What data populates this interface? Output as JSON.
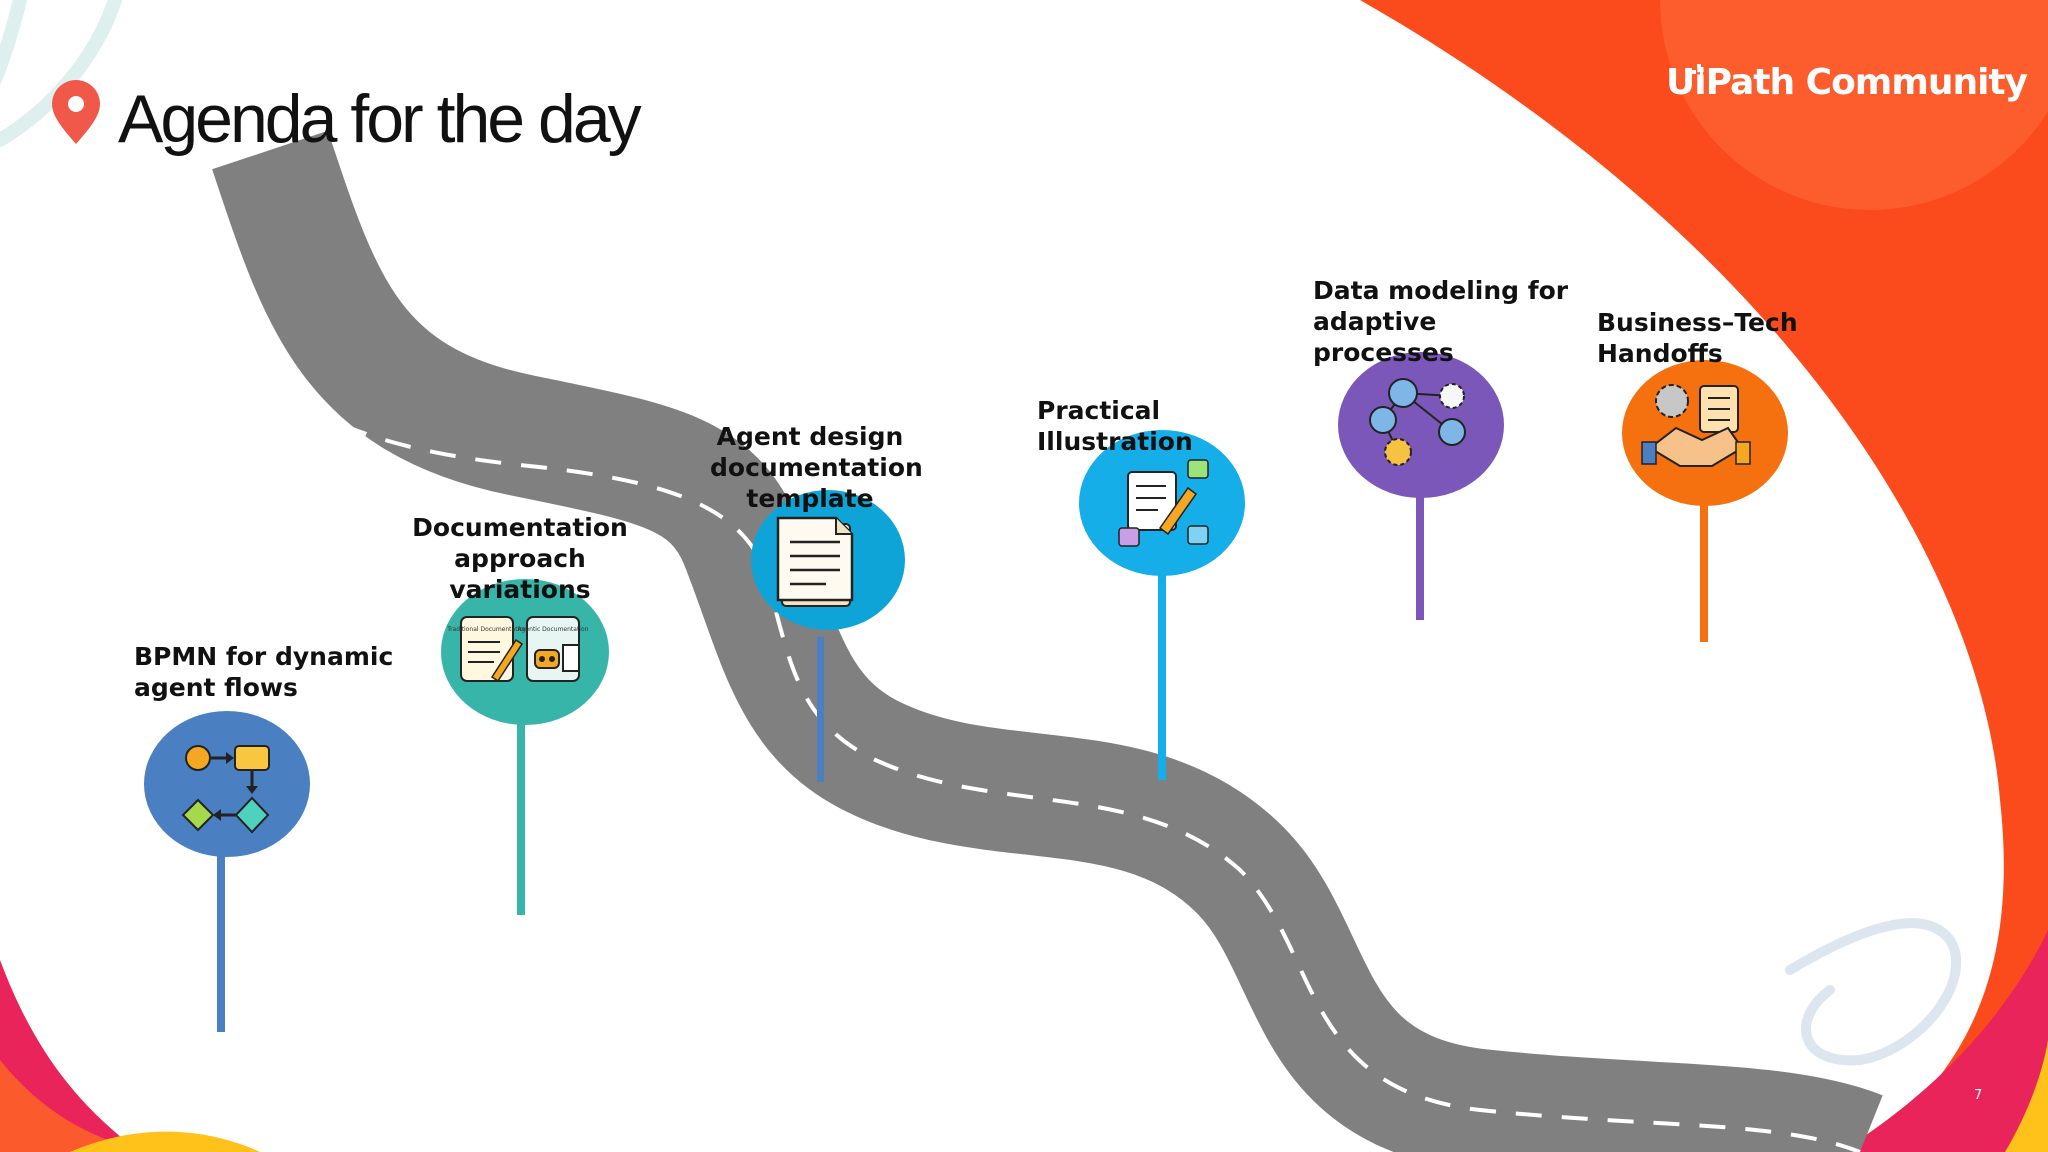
{
  "slide": {
    "title": "Agenda for the day",
    "brand": "UiPath Community",
    "page_number": "7",
    "colors": {
      "road": "#808080",
      "road_dash": "#ffffff",
      "pin_icon": "#f0594a",
      "corner_orange": "#fb4a1c",
      "corner_red": "#e8245a"
    }
  },
  "milestones": [
    {
      "label": "BPMN for dynamic\nagent flows",
      "color": "#4a7fc1",
      "icon": "flowchart-icon"
    },
    {
      "label": "Documentation\napproach variations",
      "color": "#38b5a9",
      "icon": "documents-robot-icon",
      "icon_text_left": "Traditional Documentation",
      "icon_text_right": "Agentic Documentation"
    },
    {
      "label": "Agent design\ndocumentation\ntemplate",
      "color": "#0ea4d8",
      "icon": "document-icon"
    },
    {
      "label": "Practical\nIllustration",
      "color": "#15aee8",
      "icon": "pencil-diagram-icon"
    },
    {
      "label": "Data modeling for\nadaptive\nprocesses",
      "color": "#7b57b9",
      "icon": "data-model-icon"
    },
    {
      "label": "Business–Tech\nHandoffs",
      "color": "#f5700f",
      "icon": "handshake-icon"
    }
  ]
}
